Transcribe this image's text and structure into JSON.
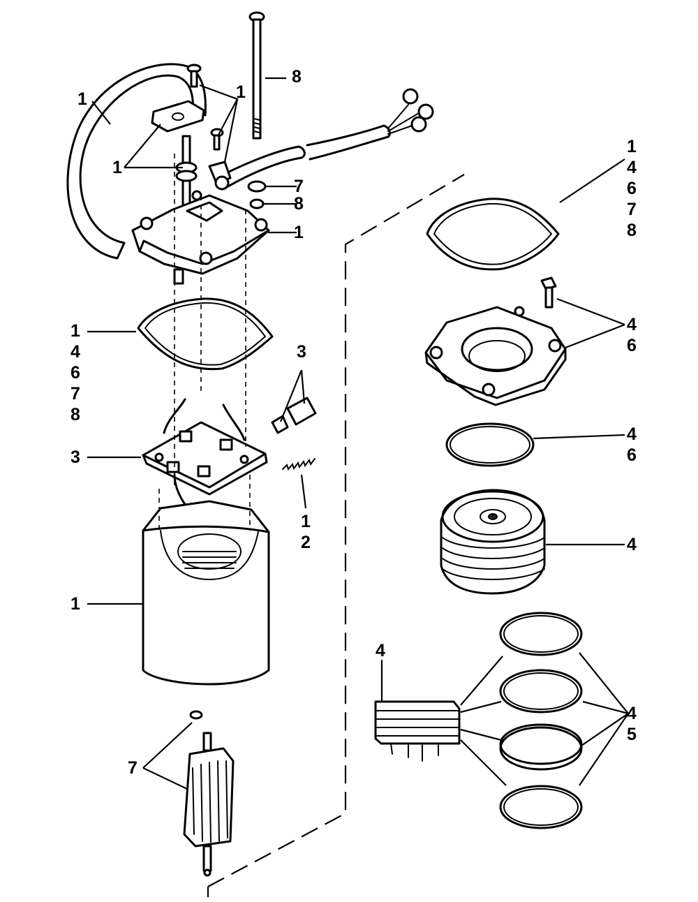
{
  "callouts": [
    {
      "id": "c-hose-1",
      "lines": [
        "1"
      ]
    },
    {
      "id": "c-screw-1",
      "lines": [
        "1"
      ]
    },
    {
      "id": "c-bracket-1",
      "lines": [
        "1"
      ]
    },
    {
      "id": "c-rod-8",
      "lines": [
        "8"
      ]
    },
    {
      "id": "c-washer-7",
      "lines": [
        "7"
      ]
    },
    {
      "id": "c-washer-8",
      "lines": [
        "8"
      ]
    },
    {
      "id": "c-endcap-1",
      "lines": [
        "1"
      ]
    },
    {
      "id": "c-gasket-left",
      "lines": [
        "1",
        "4",
        "6",
        "7",
        "8"
      ]
    },
    {
      "id": "c-sleeves-3",
      "lines": [
        "3"
      ]
    },
    {
      "id": "c-brushplate-3",
      "lines": [
        "3"
      ]
    },
    {
      "id": "c-spring",
      "lines": [
        "1",
        "2"
      ]
    },
    {
      "id": "c-housing-1",
      "lines": [
        "1"
      ]
    },
    {
      "id": "c-armature-7",
      "lines": [
        "7"
      ]
    },
    {
      "id": "c-gasket-right",
      "lines": [
        "1",
        "4",
        "6",
        "7",
        "8"
      ]
    },
    {
      "id": "c-plate",
      "lines": [
        "4",
        "6"
      ]
    },
    {
      "id": "c-oring",
      "lines": [
        "4",
        "6"
      ]
    },
    {
      "id": "c-pump",
      "lines": [
        "4"
      ]
    },
    {
      "id": "c-valve-4",
      "lines": [
        "4"
      ]
    },
    {
      "id": "c-orings",
      "lines": [
        "4",
        "5"
      ]
    }
  ]
}
